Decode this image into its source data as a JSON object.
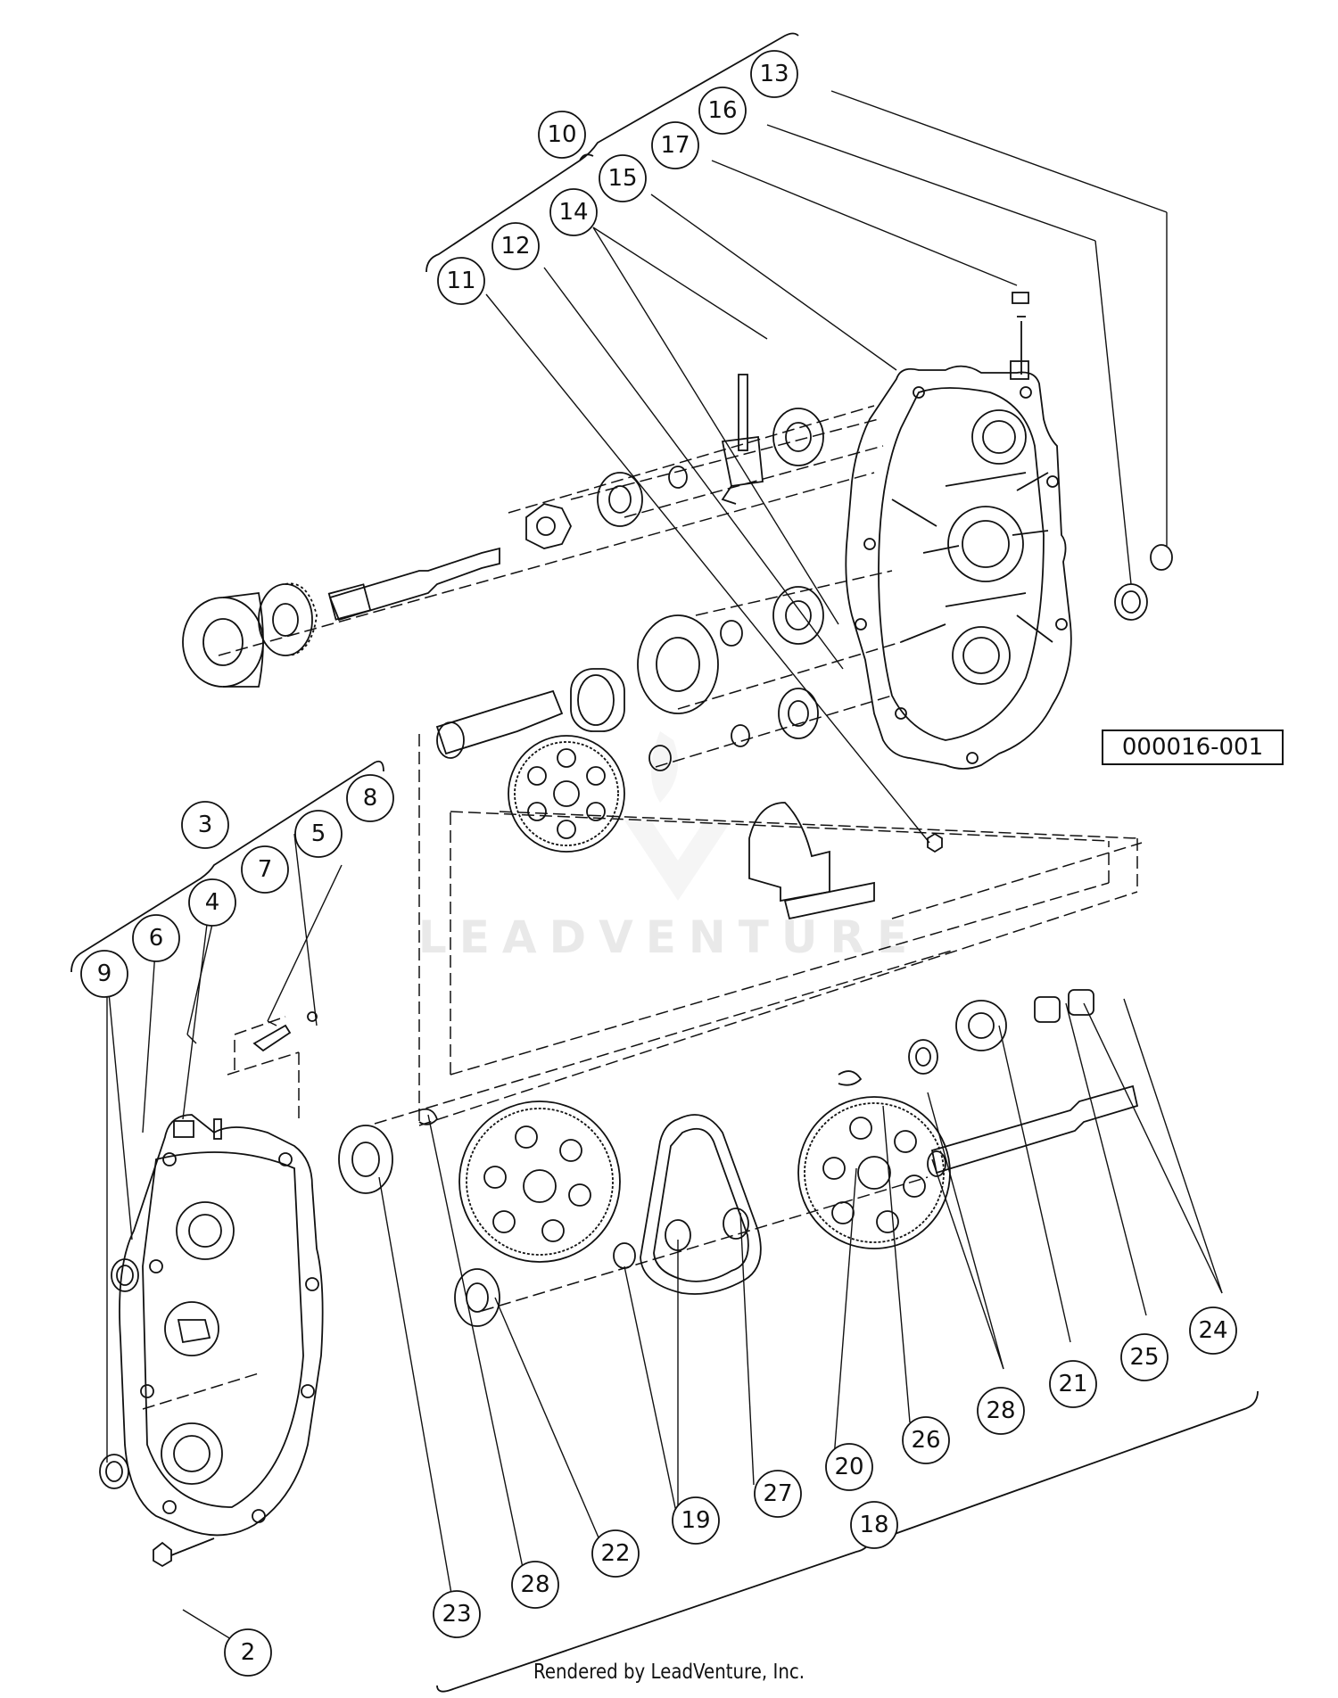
{
  "diagram_ref": "000016-001",
  "footer": "Rendered by LeadVenture, Inc.",
  "watermark": "LEADVENTURE",
  "callouts": {
    "c2": "2",
    "c3": "3",
    "c4": "4",
    "c5": "5",
    "c6": "6",
    "c7": "7",
    "c8": "8",
    "c9": "9",
    "c10": "10",
    "c11": "11",
    "c12": "12",
    "c13": "13",
    "c14": "14",
    "c15": "15",
    "c16": "16",
    "c17": "17",
    "c18": "18",
    "c19": "19",
    "c20": "20",
    "c21": "21",
    "c22": "22",
    "c23": "23",
    "c24": "24",
    "c25": "25",
    "c26": "26",
    "c27": "27",
    "c28a": "28",
    "c28b": "28"
  }
}
